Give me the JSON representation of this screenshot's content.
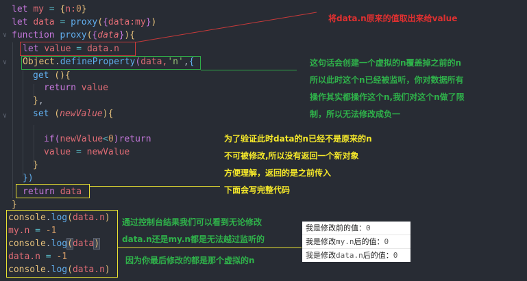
{
  "editor": {
    "theme_colors": {
      "background": "#282c34",
      "keyword": "#c678dd",
      "variable": "#e06c75",
      "function": "#61afef",
      "bracket": "#e5c07b",
      "number": "#d19a66"
    },
    "code": {
      "l1": {
        "kw": "let",
        "name": "my",
        "eq": "=",
        "ob": "{",
        "body": "n:",
        "num": "0",
        "cb": "}"
      },
      "l2": {
        "kw": "let",
        "name": "data",
        "eq": "=",
        "fn": "proxy",
        "op": "(",
        "ob": "{",
        "body": "data:my",
        "cb": "}",
        "cp": ")"
      },
      "l3": {
        "kw": "function",
        "fn": "proxy",
        "op": "(",
        "ob": "{",
        "param": "data",
        "cb": "}",
        "cp": ")",
        "ob2": "{"
      },
      "l4": {
        "kw": "let",
        "name": "value",
        "eq": "=",
        "rhs": "data.n"
      },
      "l5": {
        "obj": "Object",
        "dot": ".",
        "fn": "defineProperty",
        "op": "(",
        "args": "data,",
        "str": "'n'",
        "comma": ",",
        "ob": "{"
      },
      "l6": {
        "fn": "get",
        "op": " ()",
        "ob": "{"
      },
      "l7": {
        "kw": "return",
        "name": "value"
      },
      "l8": {
        "cb": "}",
        "comma": ","
      },
      "l9": {
        "fn": "set",
        "op": " (",
        "param": "newValue",
        "cp": ")",
        "ob": "{"
      },
      "l10": {
        "kw": "if",
        "op": "(",
        "name": "newValue",
        "lt": "<",
        "num": "0",
        "cp": ")",
        "kw2": "return"
      },
      "l11": {
        "name": "value",
        "eq": "=",
        "rhs": "newValue"
      },
      "l12": {
        "cb": "}"
      },
      "l13": {
        "cb": "})"
      },
      "l14": {
        "kw": "return",
        "name": "data"
      },
      "l15": {
        "cb": "}"
      },
      "l16": {
        "obj": "console",
        "dot": ".",
        "fn": "log",
        "op": "(",
        "arg": "data.n",
        "cp": ")"
      },
      "l17": {
        "name": "my.n",
        "eq": "=",
        "num": "-1"
      },
      "l18": {
        "obj": "console",
        "dot": ".",
        "fn": "log",
        "op": "(",
        "arg": "data",
        "cp": ")"
      },
      "l19": {
        "name": "data.n",
        "eq": "=",
        "num": "-1"
      },
      "l20": {
        "obj": "console",
        "dot": ".",
        "fn": "log",
        "op": "(",
        "arg": "data.n",
        "cp": ")"
      }
    }
  },
  "annotations": {
    "red_note": "将data.n原来的值取出来给value",
    "green_note": [
      "这句话会创建一个虚拟的n覆盖掉之前的n",
      "所以此时这个n已经被监听，你对数据所有",
      "操作其实都操作这个n,我们对这个n做了限",
      "制，所以无法修改成负一"
    ],
    "yellow_note": [
      "为了验证此时data的n已经不是原来的n",
      "不可被修改,所以没有返回一个新对象",
      "方便理解，返回的是之前传入",
      "下面会写完整代码"
    ],
    "console_note": [
      "通过控制台结果我们可以看到无论修改",
      "data.n还是my.n都是无法越过监听的",
      "因为你最后修改的都是那个虚拟的n"
    ],
    "colors": {
      "red": "#e03030",
      "green": "#2fb14a",
      "yellow": "#f5e82a"
    }
  },
  "console_output": {
    "rows": [
      {
        "prefix": "我是修改前的值：",
        "mono": "",
        "suffix": "",
        "value": "0"
      },
      {
        "prefix": "我是修改",
        "mono": "my.n",
        "suffix": "后的值：",
        "value": "0"
      },
      {
        "prefix": "我是修改",
        "mono": "data.n",
        "suffix": "后的值：",
        "value": "0"
      }
    ]
  }
}
